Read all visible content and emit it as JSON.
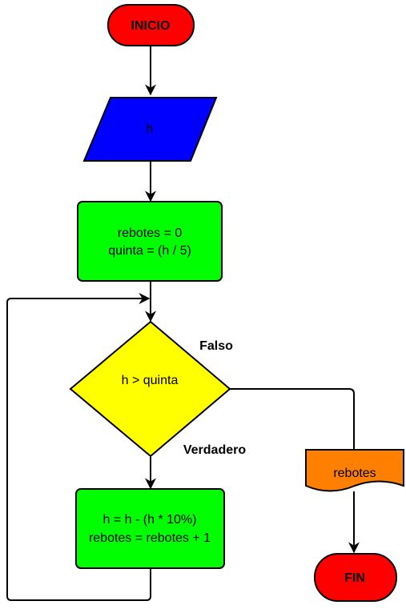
{
  "nodes": {
    "inicio": {
      "label": "INICIO",
      "color": "#ff0000"
    },
    "input": {
      "label": "h",
      "color": "#0000ff"
    },
    "init": {
      "line1": "rebotes = 0",
      "line2": "quinta = (h / 5)",
      "color": "#00ff00"
    },
    "decision": {
      "label": "h > quinta",
      "color": "#ffff00"
    },
    "update": {
      "line1": "h = h - (h * 10%)",
      "line2": "rebotes = rebotes + 1",
      "color": "#00ff00"
    },
    "output": {
      "label": "rebotes",
      "color": "#ff8000"
    },
    "fin": {
      "label": "FIN",
      "color": "#ff0000"
    }
  },
  "edges": {
    "false_label": "Falso",
    "true_label": "Verdadero"
  }
}
